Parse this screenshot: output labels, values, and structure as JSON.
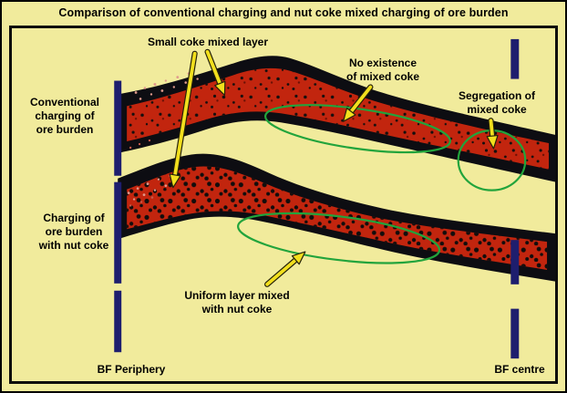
{
  "title": "Comparison of conventional charging and nut coke mixed charging of ore burden",
  "labels": {
    "small_coke": "Small coke mixed layer",
    "no_existence": "No existence\nof mixed coke",
    "segregation": "Segregation of\nmixed coke",
    "conventional": "Conventional\ncharging of\nore burden",
    "nutcoke": "Charging of\nore burden\nwith nut coke",
    "uniform": "Uniform layer mixed\nwith nut coke",
    "bf_periphery": "BF Periphery",
    "bf_centre": "BF centre"
  },
  "colors": {
    "background": "#f1eb9c",
    "band_black": "#0d0d12",
    "ore_red": "#c2250e",
    "wall_navy": "#1e1e6e",
    "highlight_green": "#22a43c",
    "arrow_yellow": "#f2df1d",
    "text": "#000000"
  }
}
